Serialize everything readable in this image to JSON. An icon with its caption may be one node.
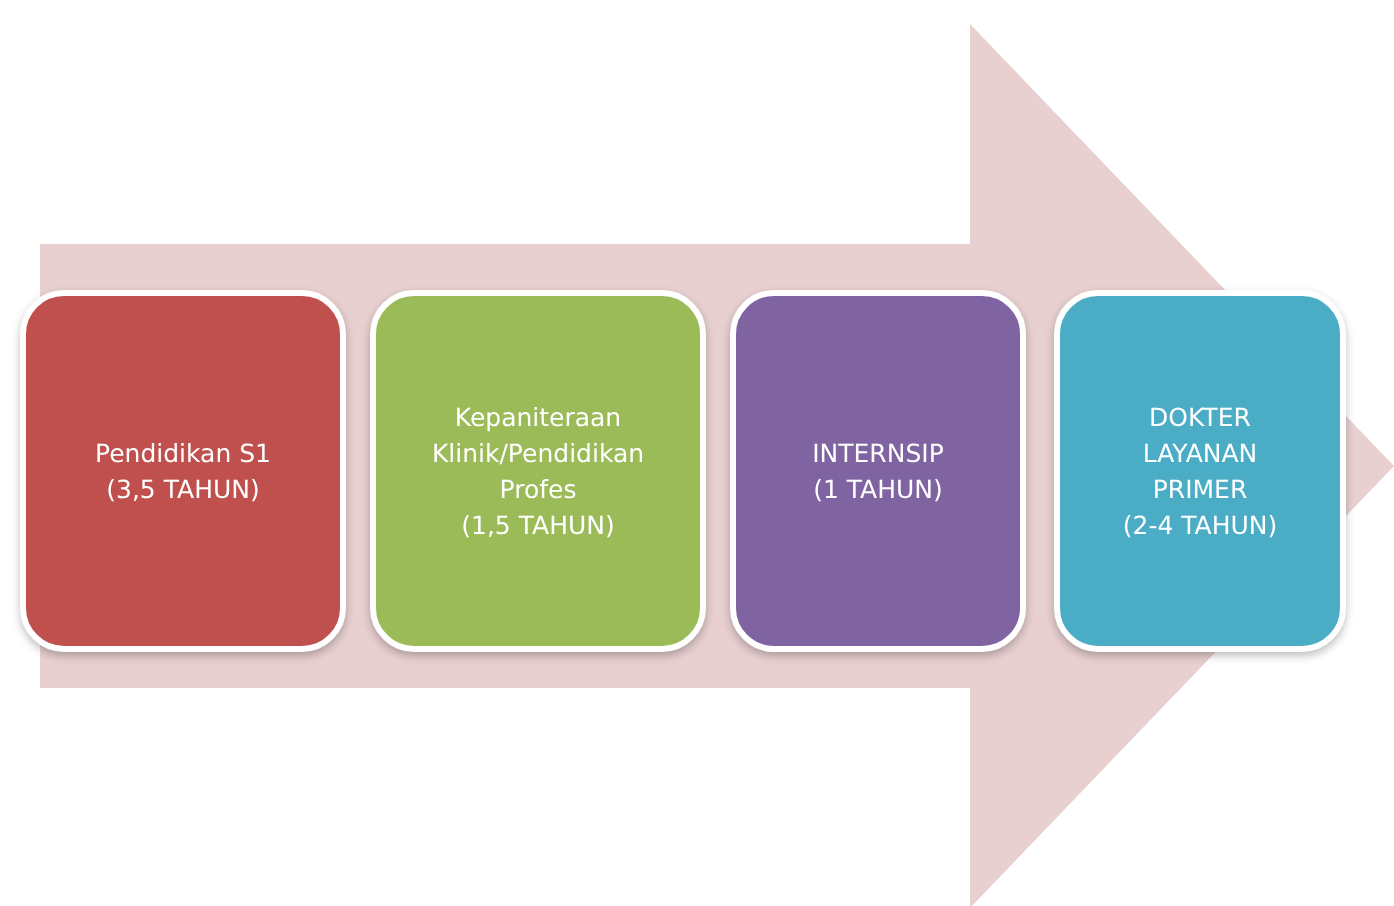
{
  "diagram": {
    "nodes": [
      {
        "text": [
          "Pendidikan S1",
          "(3,5 TAHUN)"
        ]
      },
      {
        "text": [
          "Kepaniteraan Klinik/Pendidikan Profes",
          "(1,5 TAHUN)"
        ]
      },
      {
        "text": [
          "INTERNSIP",
          "(1 TAHUN)"
        ]
      },
      {
        "text": [
          "DOKTER LAYANAN PRIMER",
          "(2-4 TAHUN)"
        ]
      }
    ],
    "edges": [
      {
        "from": 0,
        "to": 3,
        "arrow": "to",
        "style": "thick"
      }
    ]
  }
}
